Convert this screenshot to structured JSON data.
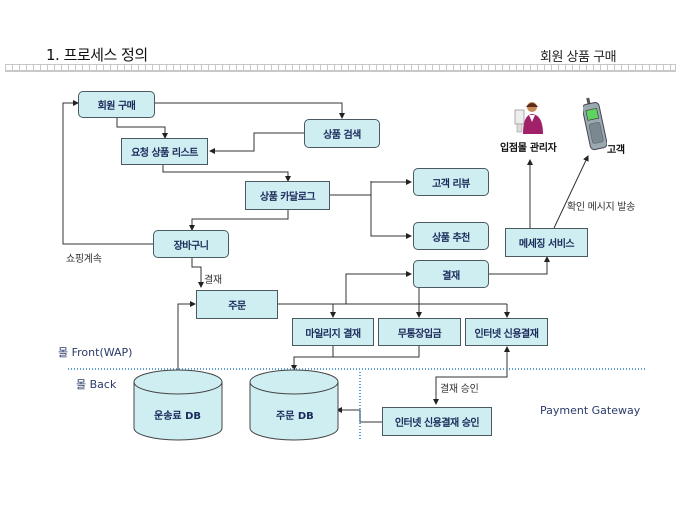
{
  "header": {
    "title": "1. 프로세스 정의",
    "subtitle": "회원 상품 구매"
  },
  "nodes": {
    "member_purchase": "회원 구매",
    "product_search": "상품 검색",
    "requested_product_list": "요청 상품 리스트",
    "product_catalog": "상품 카달로그",
    "customer_review": "고객 리뷰",
    "product_recommendation": "상품 추천",
    "shopping_cart": "장바구니",
    "messaging_service": "메세징 서비스",
    "payment": "결재",
    "order": "주문",
    "mileage_payment": "마일리지 결재",
    "bank_deposit": "무통장입금",
    "internet_credit_payment": "인터넷 신용결재",
    "internet_credit_approval": "인터넷 신용결재 승인",
    "shipping_fee_db": "운송료 DB",
    "order_db": "주문 DB"
  },
  "actors": {
    "mall_manager": {
      "label": "입점몰 관리자",
      "icon": "person-at-desk-icon"
    },
    "customer": {
      "label": "고객",
      "icon": "mobile-phone-icon"
    }
  },
  "edge_labels": {
    "continue_shopping": "쇼핑계속",
    "checkout": "결재",
    "send_confirmation": "확인 메시지 발송",
    "payment_approval": "결재 승인"
  },
  "zones": {
    "front": "몰 Front(WAP)",
    "back": "몰 Back",
    "gateway": "Payment Gateway"
  },
  "colors": {
    "box_fill": "#cfeef2",
    "box_border": "#4a5a60",
    "box_text": "#1a2a5a",
    "zone_line": "#5a9fd4",
    "zone_text": "#2a3a6a"
  }
}
